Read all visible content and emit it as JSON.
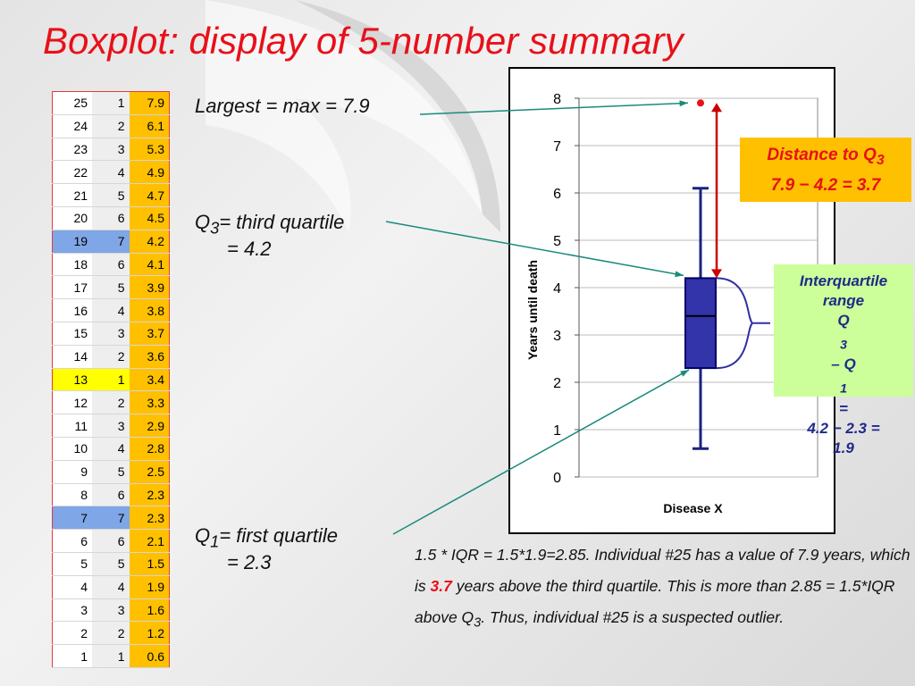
{
  "title": "Boxplot: display of 5-number summary",
  "table": {
    "rows": [
      [
        "25",
        "1",
        "7.9"
      ],
      [
        "24",
        "2",
        "6.1"
      ],
      [
        "23",
        "3",
        "5.3"
      ],
      [
        "22",
        "4",
        "4.9"
      ],
      [
        "21",
        "5",
        "4.7"
      ],
      [
        "20",
        "6",
        "4.5"
      ],
      [
        "19",
        "7",
        "4.2"
      ],
      [
        "18",
        "6",
        "4.1"
      ],
      [
        "17",
        "5",
        "3.9"
      ],
      [
        "16",
        "4",
        "3.8"
      ],
      [
        "15",
        "3",
        "3.7"
      ],
      [
        "14",
        "2",
        "3.6"
      ],
      [
        "13",
        "1",
        "3.4"
      ],
      [
        "12",
        "2",
        "3.3"
      ],
      [
        "11",
        "3",
        "2.9"
      ],
      [
        "10",
        "4",
        "2.8"
      ],
      [
        "9",
        "5",
        "2.5"
      ],
      [
        "8",
        "6",
        "2.3"
      ],
      [
        "7",
        "7",
        "2.3"
      ],
      [
        "6",
        "6",
        "2.1"
      ],
      [
        "5",
        "5",
        "1.5"
      ],
      [
        "4",
        "4",
        "1.9"
      ],
      [
        "3",
        "3",
        "1.6"
      ],
      [
        "2",
        "2",
        "1.2"
      ],
      [
        "1",
        "1",
        "0.6"
      ]
    ],
    "highlight_quartile_rows": [
      6,
      18
    ],
    "highlight_median_row": 12
  },
  "notes": {
    "max": "Largest = max = 7.9",
    "q3_sym": "Q",
    "q3_sub": "3",
    "q3_line1": "= third quartile",
    "q3_line2": "= 4.2",
    "q1_sym": "Q",
    "q1_sub": "1",
    "q1_line1": "= first quartile",
    "q1_line2": "= 2.3"
  },
  "distance_box": {
    "line1_prefix": "Distance to Q",
    "line1_sub": "3",
    "line2": "7.9 − 4.2 = 3.7"
  },
  "iqr_box": {
    "line1": "Interquartile",
    "line2": "range",
    "line3_q": "Q",
    "line3_sub3": "3",
    "line3_mid": " – Q",
    "line3_sub1": "1",
    "line3_end": "=",
    "line4": "4.2 − 2.3 =",
    "line5": "1.9"
  },
  "explanation": {
    "part1": "1.5 * IQR = 1.5*1.9=2.85. Individual #25 has a value of 7.9 years, which is ",
    "highlight": "3.7",
    "part2": " years above the third quartile. This is more than 2.85 = 1.5*IQR above Q",
    "sub": "3",
    "part3": ". Thus, individual #25 is a suspected outlier."
  },
  "colors": {
    "title": "#e8101a",
    "box_fill": "#3333aa",
    "box_stroke": "#000066",
    "whisker": "#1a237e",
    "outlier": "#e8101a",
    "arrow_red": "#cc0000",
    "connector": "#1a8a7a",
    "distance_bg": "#ffc000",
    "iqr_bg": "#ccff99"
  },
  "chart_data": {
    "type": "box",
    "category": "Disease X",
    "xlabel": "Disease X",
    "ylabel": "Years until death",
    "ylim": [
      0,
      8
    ],
    "yticks": [
      "0",
      "1",
      "2",
      "3",
      "4",
      "5",
      "6",
      "7",
      "8"
    ],
    "grid": true,
    "min": 0.6,
    "q1": 2.3,
    "median": 3.4,
    "q3": 4.2,
    "whisker_high": 6.1,
    "outliers": [
      7.9
    ]
  }
}
